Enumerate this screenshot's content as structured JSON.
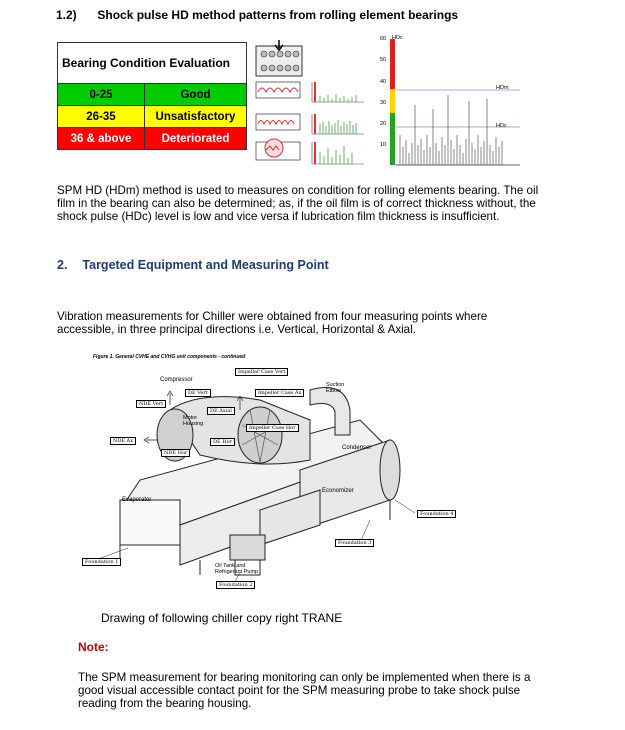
{
  "section_1_2": {
    "number": "1.2)",
    "title": "Shock pulse HD method patterns from rolling element bearings"
  },
  "bearing_table": {
    "header": "Bearing Condition Evaluation",
    "rows": [
      {
        "range": "0-25",
        "condition": "Good",
        "color": "#00cc00",
        "text_color": "#000000"
      },
      {
        "range": "26-35",
        "condition": "Unsatisfactory",
        "color": "#ffff00",
        "text_color": "#000000"
      },
      {
        "range": "36 & above",
        "condition": "Deteriorated",
        "color": "#ff0000",
        "text_color": "#ffffff"
      }
    ]
  },
  "hd_chart": {
    "top_label": "HDc",
    "scale_ticks": [
      "60",
      "50",
      "40",
      "30",
      "20",
      "10"
    ],
    "hdm_label": "HDm",
    "hdc_label": "HDc"
  },
  "paragraph_1": "SPM HD (HDm) method is used to measures on condition for rolling elements bearing. The oil film in the bearing can also be determined; as, if the oil film is of correct thickness without, the shock pulse (HDc) level is low and vice versa if lubrication film thickness is insufficient.",
  "section_2": {
    "number": "2.",
    "title": "Targeted Equipment and Measuring Point"
  },
  "paragraph_2": "Vibration measurements for Chiller were obtained from four measuring points where accessible, in three principal directions i.e. Vertical, Horizontal & Axial.",
  "figure": {
    "caption": "Figure 1. General CVHE and CVHG unit components - continued",
    "labels": {
      "impeller_case_vert": "Impeller Case Vert",
      "compressor": "Compressor",
      "de_vert": "DE Vert",
      "impeller_case_ax": "Impeller Case Ax",
      "suction_elbow": "Suction Elbow",
      "nde_vert": "NDE Vert",
      "de_axial": "DE Axial",
      "motor_housing": "Motor Housing",
      "impeller_case_hor": "Impeller Case Hor",
      "nde_ax": "NDE Ax",
      "de_hor": "DE Hor",
      "nde_hor": "NDE Hor",
      "condenser": "Condenser",
      "economizer": "Economizer",
      "evaporator": "Evaporator",
      "foundation_4": "Foundation 4",
      "foundation_3": "Foundation 3",
      "foundation_1": "Foundation 1",
      "oil_tank": "Oil Tank and Refrigerant Pump",
      "foundation_2": "Foundation 2"
    }
  },
  "drawing_caption": "Drawing of following chiller copy right TRANE",
  "note": {
    "title": "Note:",
    "body": "The SPM measurement for bearing monitoring can only be implemented when there is a good visual accessible contact point for the SPM measuring probe to take shock pulse reading from the bearing housing."
  }
}
